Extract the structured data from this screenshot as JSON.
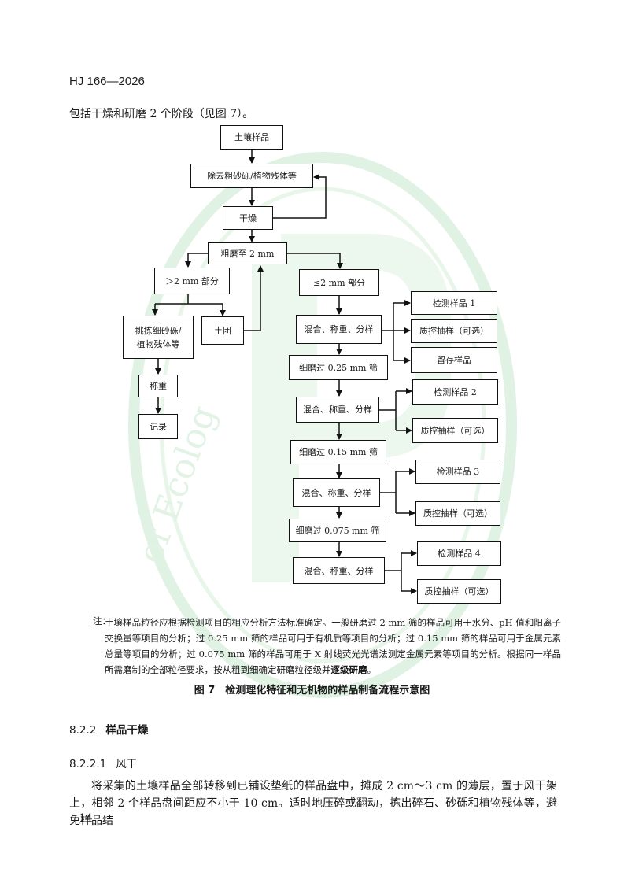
{
  "header": {
    "standard_no": "HJ 166—2026"
  },
  "intro_text": "包括干燥和研磨 2 个阶段（见图 7）。",
  "flow": {
    "soil_sample": "土壤样品",
    "remove_debris": "除去粗砂砾/植物残体等",
    "dry": "干燥",
    "coarse_grind": "粗磨至 2 mm",
    "gt2": "＞2 mm 部分",
    "le2": "≤2 mm 部分",
    "pick": "挑拣细砂砾/植物残体等",
    "clod": "土团",
    "weigh": "称重",
    "record": "记录",
    "mix1": "混合、称重、分样",
    "test1": "检测样品 1",
    "qc1": "质控抽样（可选）",
    "retain": "留存样品",
    "fine025": "细磨过 0.25 mm 筛",
    "mix2": "混合、称重、分样",
    "test2": "检测样品 2",
    "qc2": "质控抽样（可选）",
    "fine015": "细磨过 0.15 mm 筛",
    "mix3": "混合、称重、分样",
    "test3": "检测样品 3",
    "qc3": "质控抽样（可选）",
    "fine0075": "细磨过 0.075 mm 筛",
    "mix4": "混合、称重、分样",
    "test4": "检测样品 4",
    "qc4": "质控抽样（可选）"
  },
  "note": {
    "label": "注：",
    "text": "土壤样品粒径应根据检测项目的相应分析方法标准确定。一般研磨过 2 mm 筛的样品可用于水分、pH 值和阳离子交换量等项目的分析；过 0.25 mm 筛的样品可用于有机质等项目的分析；过 0.15 mm 筛的样品可用于金属元素总量等项目的分析；过 0.075 mm 筛的样品可用于 X 射线荧光光谱法测定金属元素等项目的分析。根据同一样品所需磨制的全部粒径要求，按从粗到细确定研磨粒径级并",
    "bold_tail": "逐级研磨",
    "end": "。"
  },
  "caption": "图 7　检测理化特征和无机物的样品制备流程示意图",
  "section_822": {
    "number": "8.2.2",
    "title": "样品干燥"
  },
  "section_8221": {
    "number": "8.2.2.1",
    "title": "风干"
  },
  "body_text": "将采集的土壤样品全部转移到已铺设垫纸的样品盘中，摊成 2 cm～3 cm 的薄层，置于风干架上，相邻 2 个样品盘间距应不小于 10 cm。适时地压碎或翻动，拣出碎石、砂砾和植物残体等，避免样品结",
  "page_number": "14",
  "watermark_text": "of Ecolog",
  "colors": {
    "watermark": "#dff2e3",
    "line": "#111111"
  }
}
